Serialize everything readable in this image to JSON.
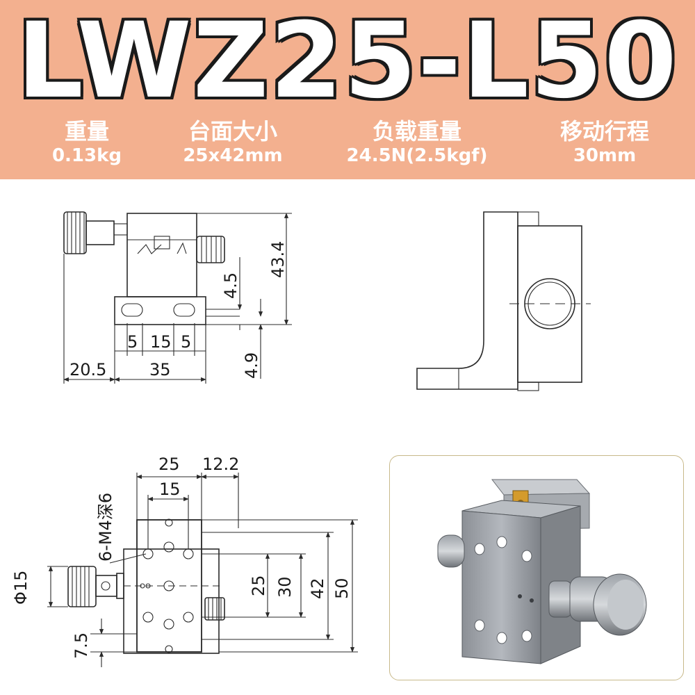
{
  "header": {
    "title": "LWZ25-L50",
    "background": "#f3b08f",
    "specs": [
      {
        "label": "重量",
        "value": "0.13kg"
      },
      {
        "label": "台面大小",
        "value": "25x42mm"
      },
      {
        "label": "负载重量",
        "value": "24.5N(2.5kgf)"
      },
      {
        "label": "移动行程",
        "value": "30mm"
      }
    ]
  },
  "side_view": {
    "dims": {
      "d43_4": "43.4",
      "d4_5": "4.5",
      "d4_9": "4.9",
      "d5a": "5",
      "d15": "15",
      "d5b": "5",
      "d20_5": "20.5",
      "d35": "35"
    }
  },
  "top_view": {
    "dims": {
      "d25": "25",
      "d12_2": "12.2",
      "d15": "15",
      "thread_note": "6-M4深6",
      "phi15": "Φ15",
      "d7_5": "7.5",
      "v25": "25",
      "v30": "30",
      "v42": "42",
      "v50": "50"
    }
  }
}
